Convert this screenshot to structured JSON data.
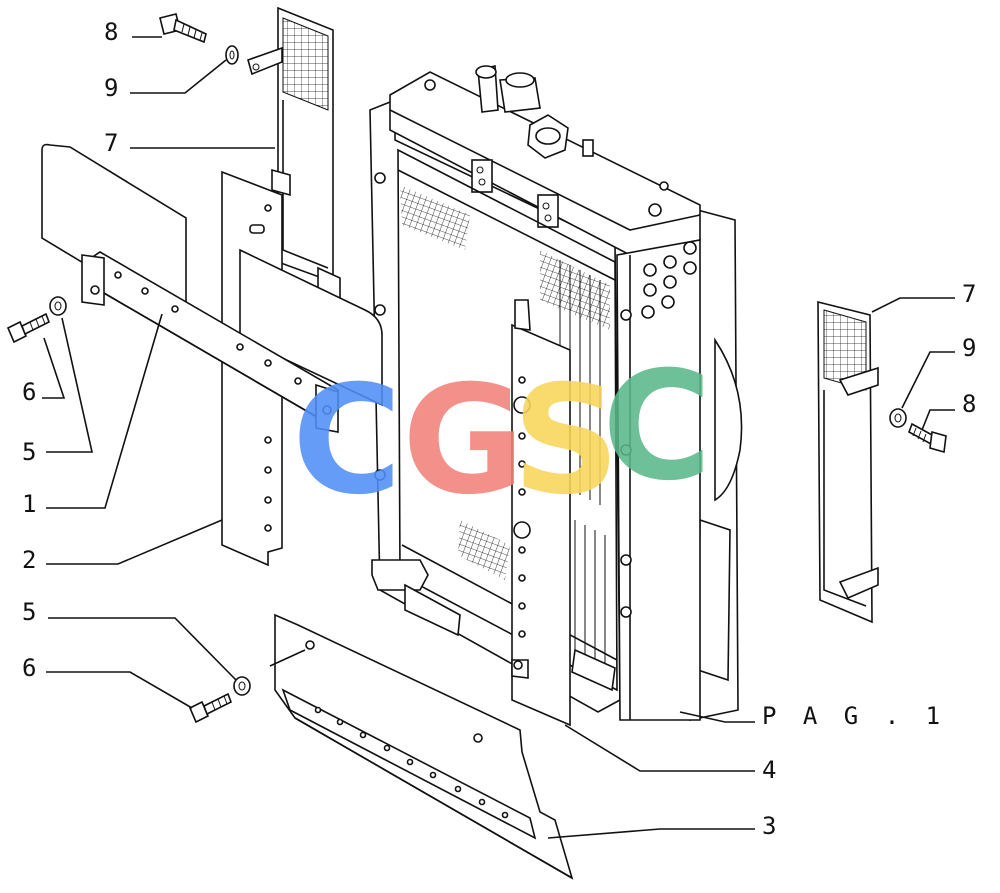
{
  "callouts": [
    {
      "id": "c8-top",
      "text": "8"
    },
    {
      "id": "c9-top",
      "text": "9"
    },
    {
      "id": "c7-top",
      "text": "7"
    },
    {
      "id": "c6-left",
      "text": "6"
    },
    {
      "id": "c5-left",
      "text": "5"
    },
    {
      "id": "c1",
      "text": "1"
    },
    {
      "id": "c2",
      "text": "2"
    },
    {
      "id": "c5-bottom",
      "text": "5"
    },
    {
      "id": "c6-bottom",
      "text": "6"
    },
    {
      "id": "c7-right",
      "text": "7"
    },
    {
      "id": "c9-right",
      "text": "9"
    },
    {
      "id": "c8-right",
      "text": "8"
    },
    {
      "id": "c4",
      "text": "4"
    },
    {
      "id": "c3",
      "text": "3"
    }
  ],
  "page_reference": "P A G . 1",
  "watermark": {
    "letters": [
      {
        "char": "C",
        "color": "#4f8ff7"
      },
      {
        "char": "G",
        "color": "#f2817a"
      },
      {
        "char": "S",
        "color": "#f9d65a"
      },
      {
        "char": "C",
        "color": "#5ab88a"
      }
    ]
  }
}
